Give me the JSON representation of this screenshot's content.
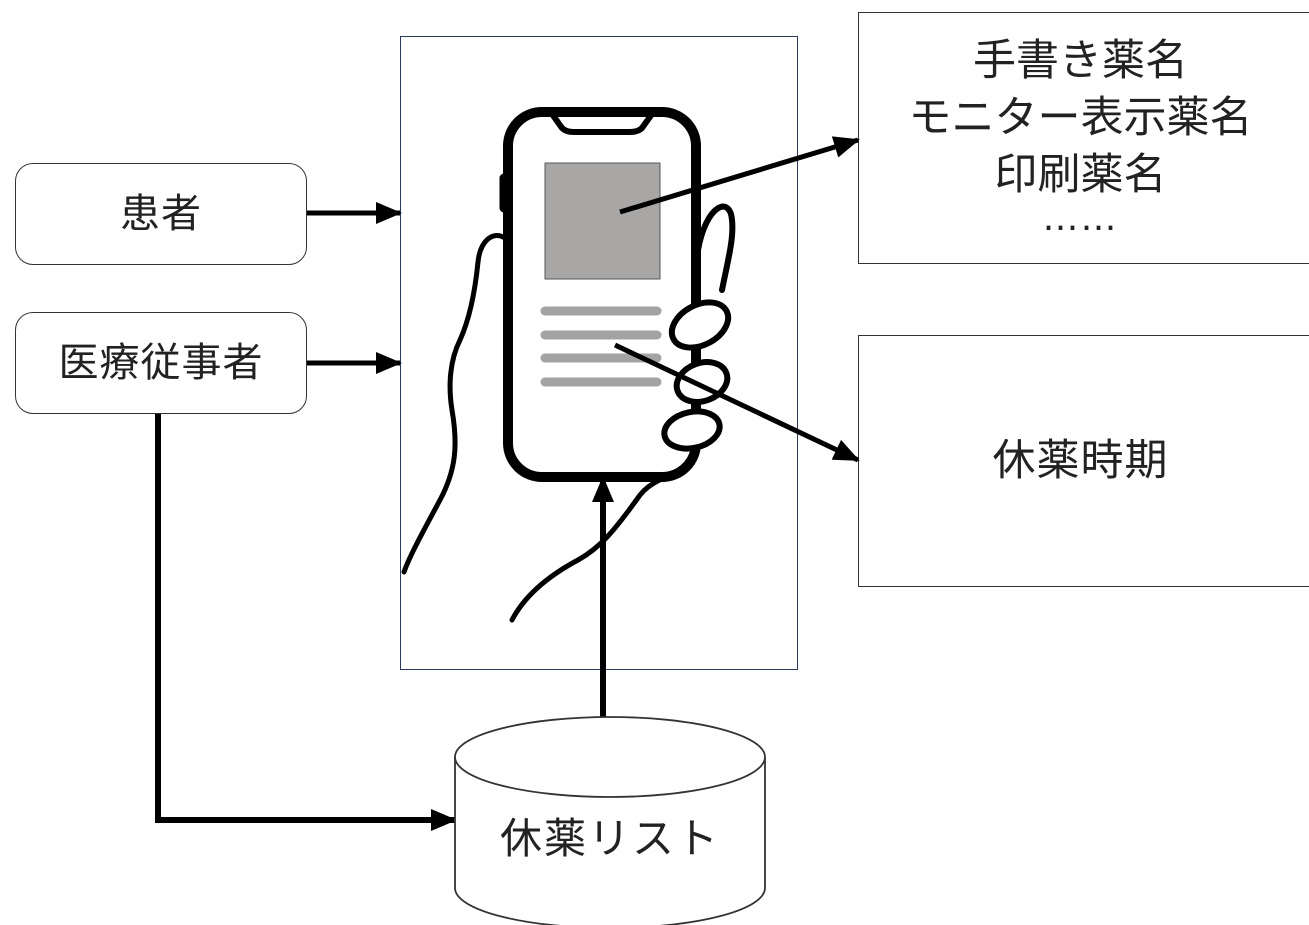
{
  "nodes": {
    "patient": "患者",
    "medical_staff": "医療従事者",
    "drug_names": {
      "lines": [
        "手書き薬名",
        "モニター表示薬名",
        "印刷薬名",
        "……"
      ]
    },
    "suspension_period": "休薬時期",
    "suspension_list": "休薬リスト"
  },
  "icons": {
    "device": "smartphone-in-hand-icon",
    "database": "database-cylinder-icon"
  },
  "colors": {
    "stroke": "#000000",
    "screen_image": "#a9a6a6",
    "screen_text_lines": "#a3a3a3"
  }
}
